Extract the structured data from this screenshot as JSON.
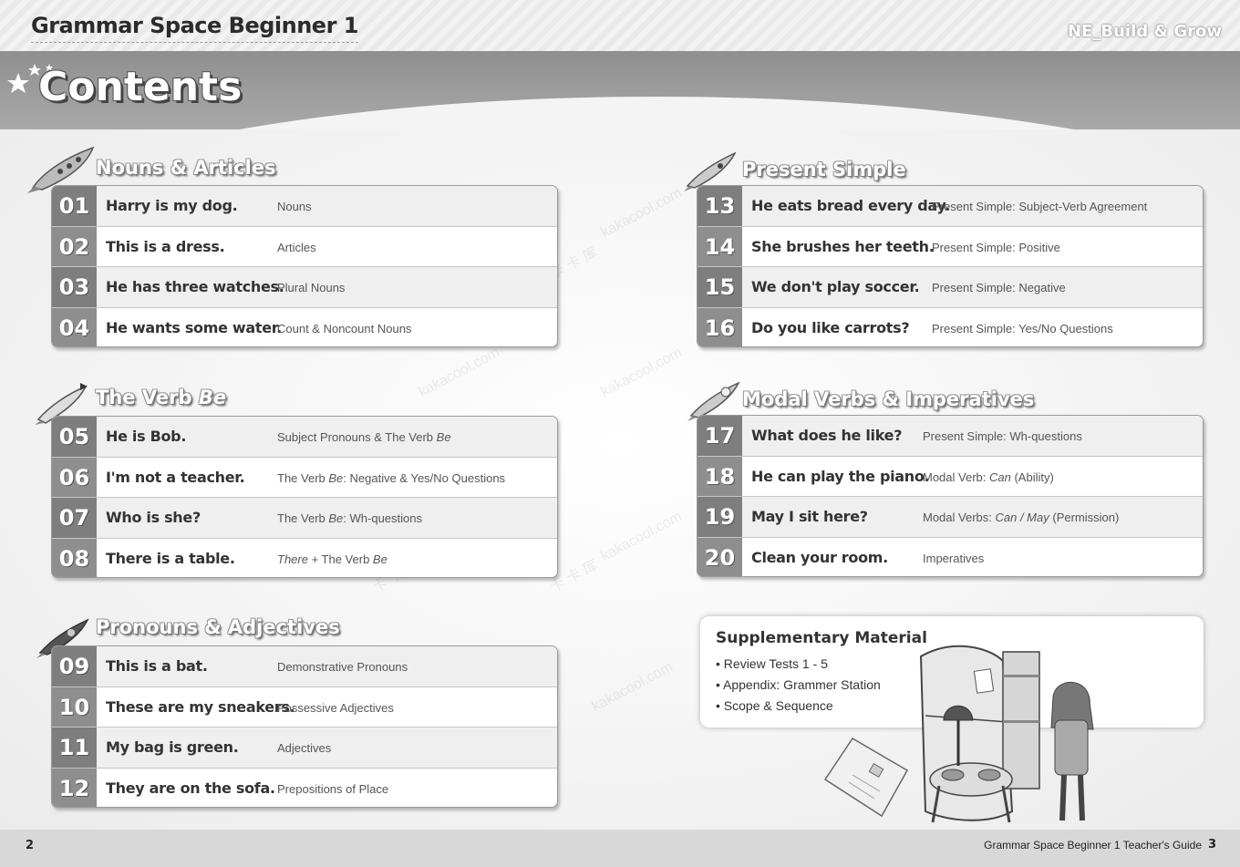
{
  "header": {
    "book_title": "Grammar Space Beginner 1",
    "publisher": "NE_Build & Grow",
    "page_title": "Contents"
  },
  "sections": [
    {
      "title": "Nouns & Articles",
      "lessons": [
        {
          "num": "01",
          "title": "Harry is my dog.",
          "topic": "Nouns"
        },
        {
          "num": "02",
          "title": "This is a dress.",
          "topic": "Articles"
        },
        {
          "num": "03",
          "title": "He has three watches.",
          "topic": "Plural Nouns"
        },
        {
          "num": "04",
          "title": "He wants some water.",
          "topic": "Count & Noncount Nouns"
        }
      ]
    },
    {
      "title_pre": "The Verb ",
      "title_em": "Be",
      "lessons": [
        {
          "num": "05",
          "title": "He is Bob.",
          "topic_pre": "Subject Pronouns & The Verb ",
          "topic_em": "Be"
        },
        {
          "num": "06",
          "title": "I'm not a teacher.",
          "topic_pre": "The Verb ",
          "topic_em": "Be",
          "topic_post": ": Negative & Yes/No Questions"
        },
        {
          "num": "07",
          "title": "Who is she?",
          "topic_pre": "The Verb ",
          "topic_em": "Be",
          "topic_post": ": Wh-questions"
        },
        {
          "num": "08",
          "title": "There is a table.",
          "topic_em": "There",
          "topic_post": " + The Verb ",
          "topic_em2": "Be"
        }
      ]
    },
    {
      "title": "Pronouns & Adjectives",
      "lessons": [
        {
          "num": "09",
          "title": "This is a bat.",
          "topic": "Demonstrative Pronouns"
        },
        {
          "num": "10",
          "title": "These are my sneakers.",
          "topic": "Possessive Adjectives"
        },
        {
          "num": "11",
          "title": "My bag is green.",
          "topic": "Adjectives"
        },
        {
          "num": "12",
          "title": "They are on the sofa.",
          "topic": "Prepositions of Place"
        }
      ]
    },
    {
      "title": "Present Simple",
      "lessons": [
        {
          "num": "13",
          "title": "He eats bread every day.",
          "topic": "Present Simple: Subject-Verb Agreement"
        },
        {
          "num": "14",
          "title": "She brushes her teeth.",
          "topic": "Present Simple: Positive"
        },
        {
          "num": "15",
          "title": "We don't play soccer.",
          "topic": "Present Simple: Negative"
        },
        {
          "num": "16",
          "title": "Do you like carrots?",
          "topic": "Present Simple: Yes/No Questions"
        }
      ]
    },
    {
      "title": "Modal Verbs & Imperatives",
      "lessons": [
        {
          "num": "17",
          "title": "What does he like?",
          "topic": "Present Simple: Wh-questions"
        },
        {
          "num": "18",
          "title": "He can play the piano.",
          "topic_pre": "Modal Verb: ",
          "topic_em": "Can",
          "topic_post": " (Ability)"
        },
        {
          "num": "19",
          "title": "May I sit here?",
          "topic_pre": "Modal Verbs: ",
          "topic_em": "Can / May",
          "topic_post": " (Permission)"
        },
        {
          "num": "20",
          "title": "Clean your room.",
          "topic": "Imperatives"
        }
      ]
    }
  ],
  "supplementary": {
    "title": "Supplementary Material",
    "items": [
      "• Review Tests 1 - 5",
      "• Appendix: Grammer Station",
      "• Scope & Sequence"
    ]
  },
  "watermark": {
    "text": "kakacool.com",
    "cn": "卡 卡 库"
  },
  "footer": {
    "page_left": "2",
    "guide": "Grammar Space Beginner 1 Teacher's Guide",
    "page_right": "3"
  },
  "colors": {
    "number_tab": "#8e8e8e",
    "row_alt": "#efefef",
    "band": "#9c9c9c"
  }
}
